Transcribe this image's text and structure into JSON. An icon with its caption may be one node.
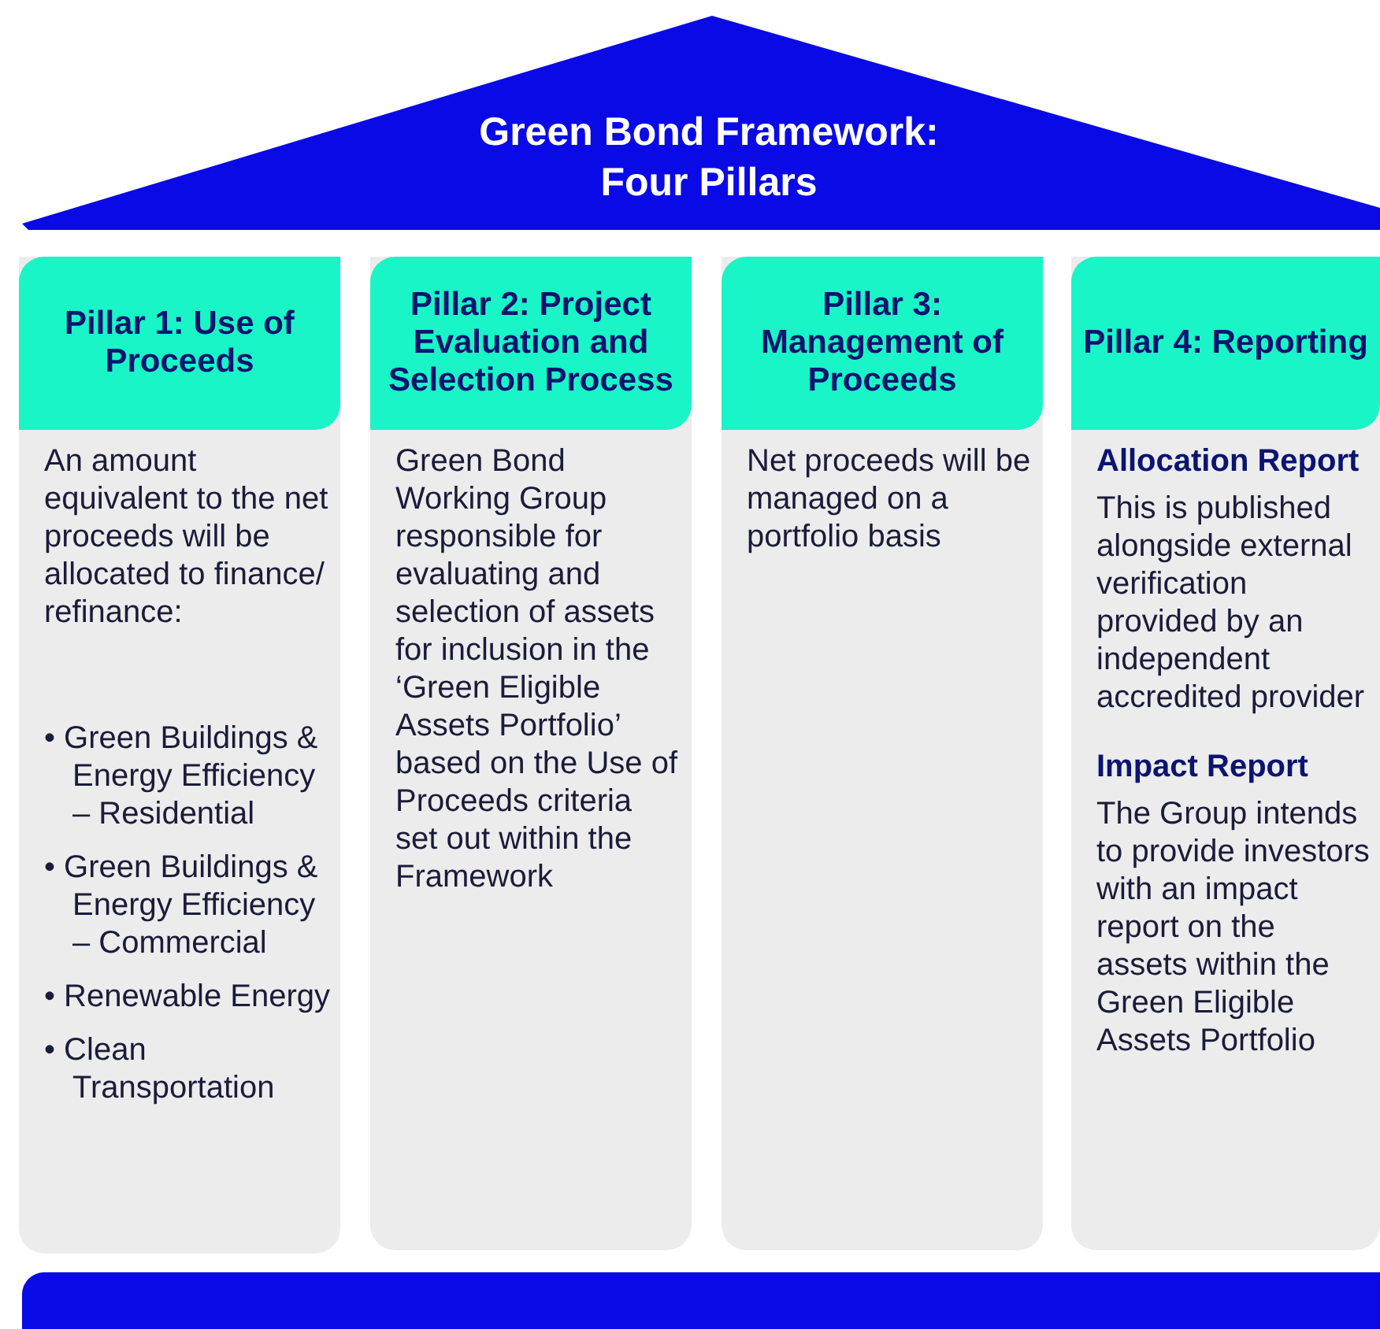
{
  "diagram": {
    "nodes": [
      {
        "text": [
          "Green Bond Framework: Four Pillars"
        ]
      },
      {
        "text": [
          "Pillar 1: Use of Proceeds",
          "An amount equivalent to the net proceeds will be allocated to finance/ refinance:",
          "• Green Buildings & Energy Efficiency – Residential",
          "• Green Buildings & Energy Efficiency – Commercial",
          "• Renewable Energy",
          "• Clean Transportation"
        ]
      },
      {
        "text": [
          "Pillar 2: Project Evaluation and Selection Process",
          "Green Bond Working Group responsible for evaluating and selection of assets for inclusion in the ‘Green Eligible Assets Portfolio’ based on the Use of Proceeds criteria set out within the Framework"
        ]
      },
      {
        "text": [
          "Pillar 3: Management of Proceeds",
          "Net proceeds will be managed on a portfolio basis"
        ]
      },
      {
        "text": [
          "Pillar 4: Reporting",
          "Allocation Report",
          "This is published alongside external verification provided by an independent accredited provider",
          "Impact Report",
          "The Group intends to provide investors with an impact report on the assets within the Green Eligible Assets Portfolio"
        ]
      },
      {
        "text": [],
        "shape": "bar"
      }
    ],
    "edges": []
  }
}
